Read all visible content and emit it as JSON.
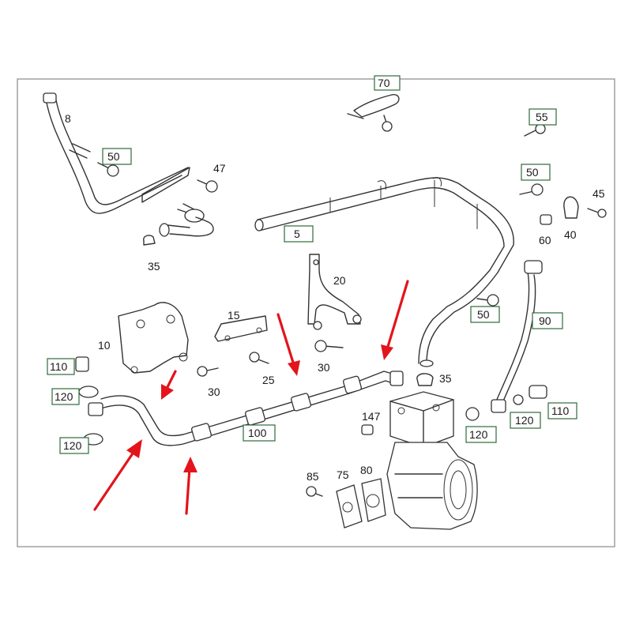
{
  "diagram": {
    "callouts": [
      {
        "id": "c70",
        "text": "70",
        "boxed": true
      },
      {
        "id": "c8",
        "text": "8",
        "boxed": false
      },
      {
        "id": "c55",
        "text": "55",
        "boxed": true
      },
      {
        "id": "c50a",
        "text": "50",
        "boxed": true
      },
      {
        "id": "c47",
        "text": "47",
        "boxed": false
      },
      {
        "id": "c50b",
        "text": "50",
        "boxed": true
      },
      {
        "id": "c45",
        "text": "45",
        "boxed": false
      },
      {
        "id": "c60",
        "text": "60",
        "boxed": false
      },
      {
        "id": "c40",
        "text": "40",
        "boxed": false
      },
      {
        "id": "c35a",
        "text": "35",
        "boxed": false
      },
      {
        "id": "c5",
        "text": "5",
        "boxed": true
      },
      {
        "id": "c20",
        "text": "20",
        "boxed": false
      },
      {
        "id": "c50c",
        "text": "50",
        "boxed": true
      },
      {
        "id": "c90",
        "text": "90",
        "boxed": true
      },
      {
        "id": "c10",
        "text": "10",
        "boxed": false
      },
      {
        "id": "c15",
        "text": "15",
        "boxed": false
      },
      {
        "id": "c110a",
        "text": "110",
        "boxed": true
      },
      {
        "id": "c30a",
        "text": "30",
        "boxed": false
      },
      {
        "id": "c25",
        "text": "25",
        "boxed": false
      },
      {
        "id": "c30b",
        "text": "30",
        "boxed": false
      },
      {
        "id": "c35b",
        "text": "35",
        "boxed": false
      },
      {
        "id": "c120a",
        "text": "120",
        "boxed": true
      },
      {
        "id": "c147",
        "text": "147",
        "boxed": false
      },
      {
        "id": "c110b",
        "text": "110",
        "boxed": true
      },
      {
        "id": "c120b",
        "text": "120",
        "boxed": true
      },
      {
        "id": "c120c",
        "text": "120",
        "boxed": true
      },
      {
        "id": "c100",
        "text": "100",
        "boxed": true
      },
      {
        "id": "c120d",
        "text": "120",
        "boxed": true
      },
      {
        "id": "c85",
        "text": "85",
        "boxed": false
      },
      {
        "id": "c75",
        "text": "75",
        "boxed": false
      },
      {
        "id": "c80",
        "text": "80",
        "boxed": false
      }
    ],
    "colors": {
      "line": "#333333",
      "callout_box": "#2e6b3a",
      "arrow": "#e3141b"
    }
  }
}
